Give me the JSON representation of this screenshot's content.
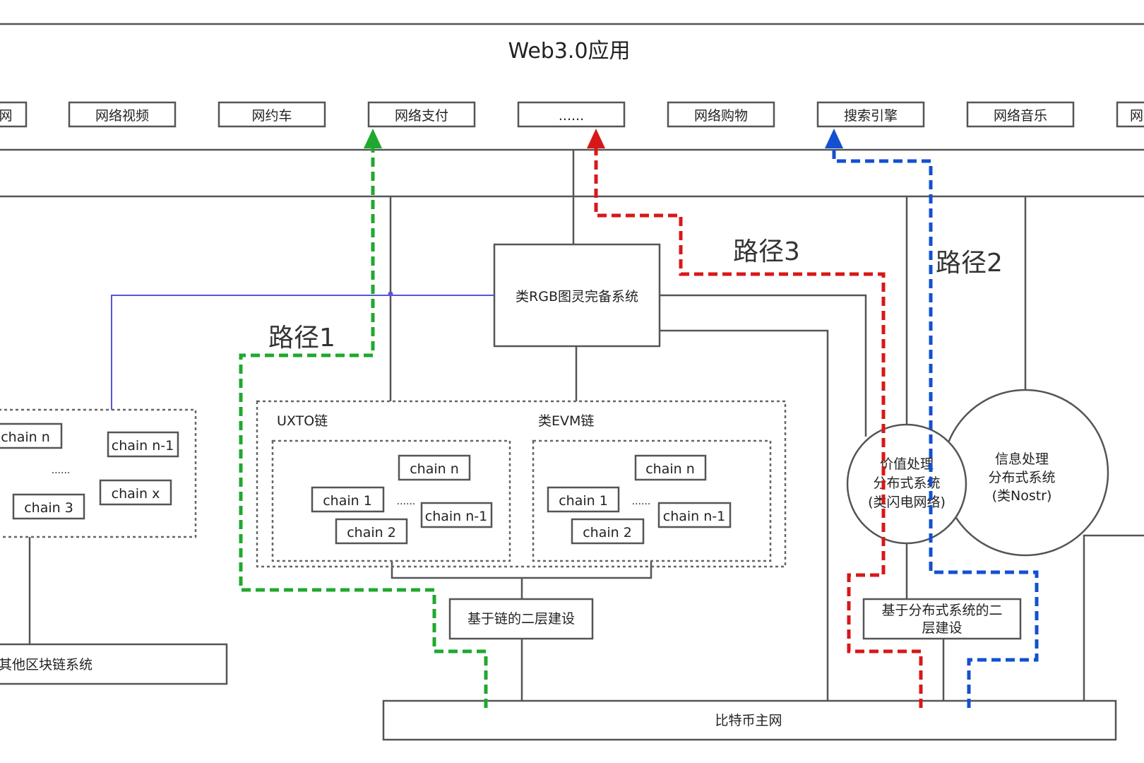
{
  "title": "Web3.0应用",
  "apps": [
    "网",
    "网络视频",
    "网约车",
    "网络支付",
    "......",
    "网络购物",
    "搜索引擎",
    "网络音乐",
    "网"
  ],
  "paths": {
    "path1": "路径1",
    "path2": "路径2",
    "path3": "路径3"
  },
  "rgb_system": "类RGB图灵完备系统",
  "left_group": {
    "chain_n": "chain n",
    "chain_n_1": "chain n-1",
    "ellipsis": "......",
    "chain_3": "chain 3",
    "chain_x": "chain x"
  },
  "utxo": {
    "label": "UXTO链",
    "chain_n": "chain n",
    "chain_1": "chain 1",
    "ellipsis": "......",
    "chain_n_1": "chain n-1",
    "chain_2": "chain 2"
  },
  "evm": {
    "label": "类EVM链",
    "chain_n": "chain n",
    "chain_1": "chain 1",
    "ellipsis": "......",
    "chain_n_1": "chain n-1",
    "chain_2": "chain 2"
  },
  "value_circle": [
    "价值处理",
    "分布式系统",
    "(类闪电网络)"
  ],
  "info_circle": [
    "信息处理",
    "分布式系统",
    "(类Nostr)"
  ],
  "layer2_chain": "基于链的二层建设",
  "layer2_dist": [
    "基于分布式系统的二",
    "层建设"
  ],
  "other_chains": "其他区块链系统",
  "bitcoin": "比特币主网",
  "colors": {
    "path1": "#1fa82e",
    "path2": "#1450d0",
    "path3": "#d81818",
    "blue_line": "#5555dd",
    "stroke": "#555555"
  }
}
